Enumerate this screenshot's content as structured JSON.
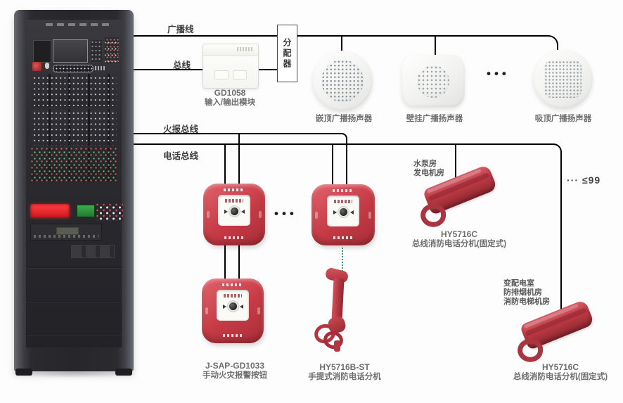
{
  "wire_labels": {
    "broadcast": "广播线",
    "bus": "总线",
    "fire": "火报总线",
    "phone": "电话总线"
  },
  "distributor_label": "分配器",
  "io_module": {
    "model": "GD1058",
    "name": "输入/输出模块"
  },
  "speakers": {
    "recessed": "嵌顶广播扬声器",
    "wall": "壁挂广播扬声器",
    "surface": "吸顶广播扬声器"
  },
  "manual_call_point": {
    "model": "J-SAP-GD1033",
    "name": "手动火灾报警按钮"
  },
  "portable_phone": {
    "model": "HY5716B-ST",
    "name": "手提式消防电话分机"
  },
  "fixed_phone_1": {
    "rooms": [
      "水泵房",
      "发电机房"
    ],
    "model": "HY5716C",
    "name": "总线消防电话分机(固定式)"
  },
  "fixed_phone_2": {
    "rooms": [
      "变配电室",
      "防排烟机房",
      "消防电梯机房"
    ],
    "model": "HY5716C",
    "name": "总线消防电话分机(固定式)"
  },
  "annotations": {
    "speaker_ellipsis": "•••",
    "button_ellipsis": "•••",
    "capacity_ellipsis": "···",
    "capacity": "≤99"
  },
  "colors": {
    "wire_black": "#3a3a3a",
    "wire_red": "#c24a4a",
    "wire_green": "#2f9e68",
    "device_red": "#c23b44"
  }
}
